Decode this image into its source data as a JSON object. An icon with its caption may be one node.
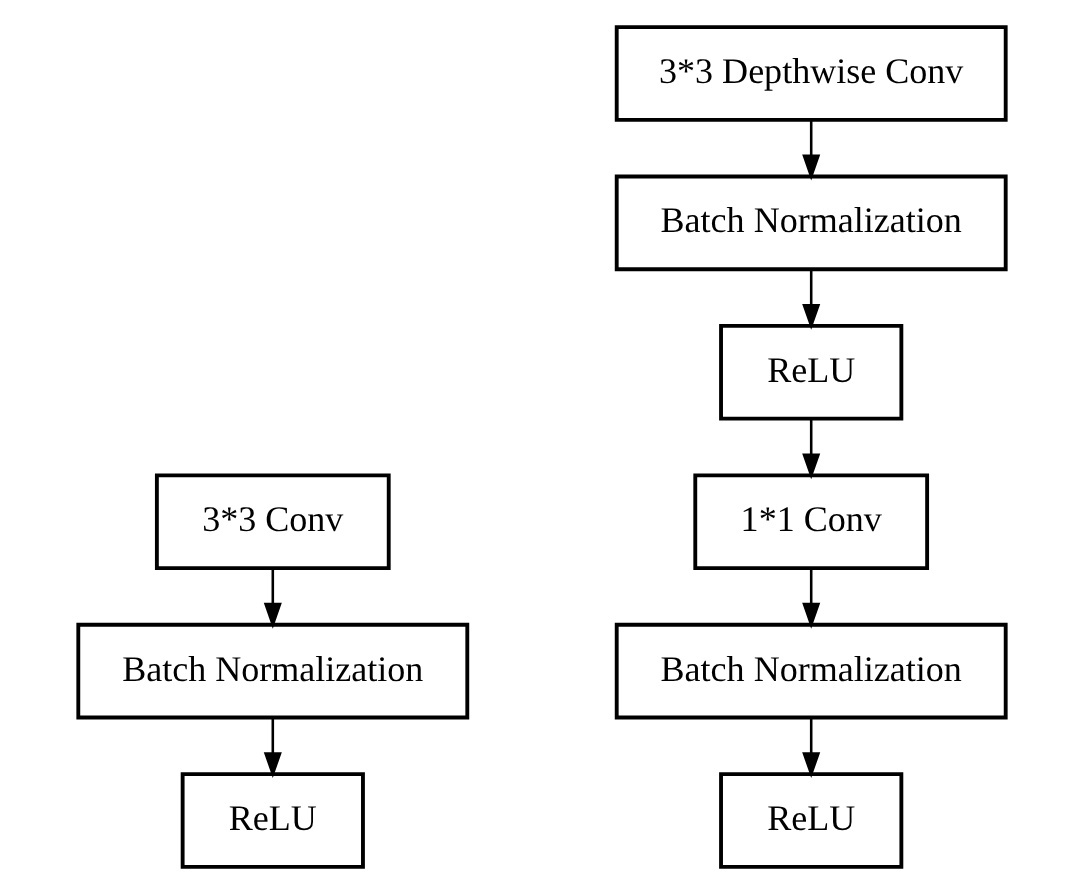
{
  "diagram": {
    "nodes": [
      {
        "text": [
          "3*3 Conv"
        ]
      },
      {
        "text": [
          "Batch Normalization"
        ]
      },
      {
        "text": [
          "ReLU"
        ]
      },
      {
        "text": [
          "3*3 Depthwise Conv"
        ]
      },
      {
        "text": [
          "Batch Normalization"
        ]
      },
      {
        "text": [
          "ReLU"
        ]
      },
      {
        "text": [
          "1*1 Conv"
        ]
      },
      {
        "text": [
          "Batch Normalization"
        ]
      },
      {
        "text": [
          "ReLU"
        ]
      }
    ],
    "edges": [
      {
        "from": 0,
        "to": 1,
        "arrow": "to"
      },
      {
        "from": 1,
        "to": 2,
        "arrow": "to"
      },
      {
        "from": 3,
        "to": 4,
        "arrow": "to"
      },
      {
        "from": 4,
        "to": 5,
        "arrow": "to"
      },
      {
        "from": 5,
        "to": 6,
        "arrow": "to"
      },
      {
        "from": 6,
        "to": 7,
        "arrow": "to"
      },
      {
        "from": 7,
        "to": 8,
        "arrow": "to"
      }
    ]
  }
}
